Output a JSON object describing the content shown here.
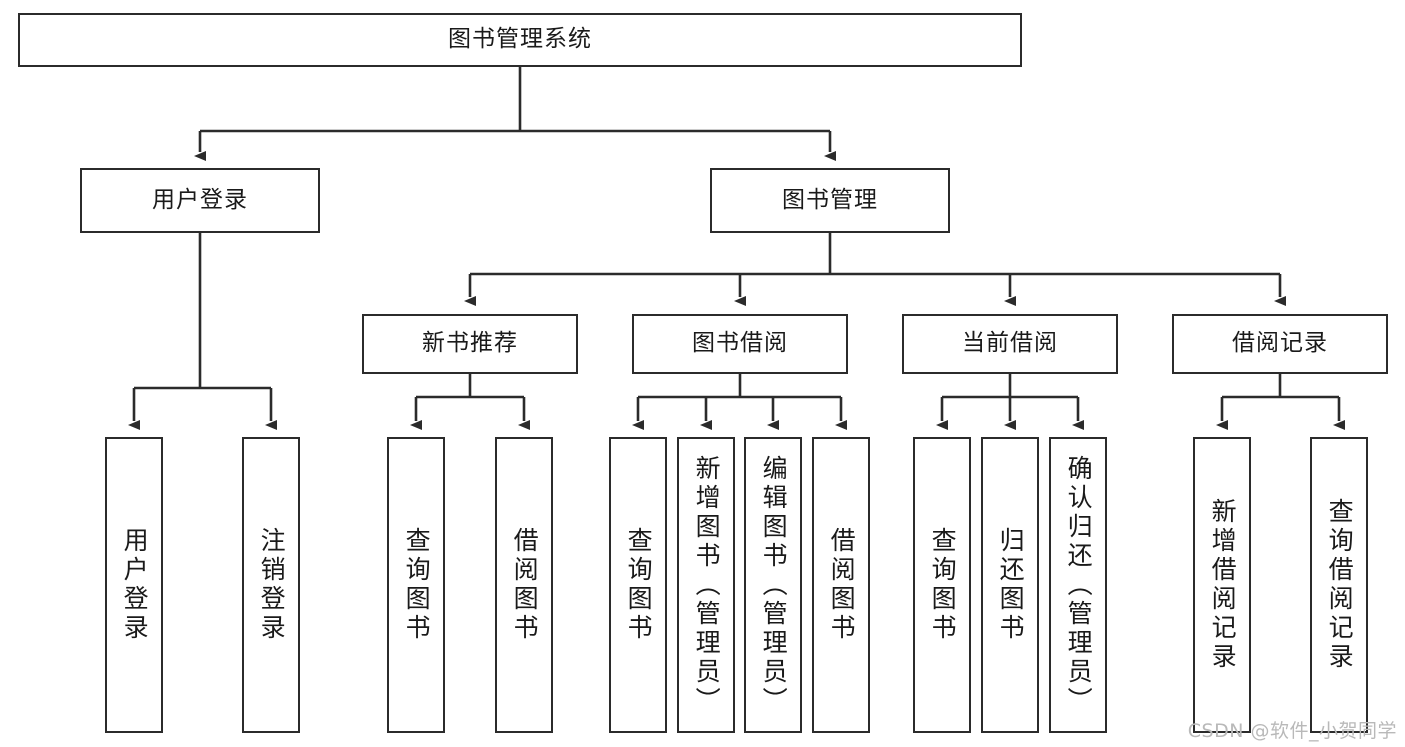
{
  "diagram": {
    "title": "图书管理系统",
    "type": "tree-hierarchy-flowchart",
    "colors": {
      "box_border": "#2b2b2b",
      "box_fill": "#ffffff",
      "edge": "#2b2b2b",
      "text": "#1a1a1a",
      "watermark": "#b9b9b9",
      "background": "#ffffff"
    },
    "root": {
      "label": "图书管理系统"
    },
    "level2": [
      {
        "id": "user-login",
        "label": "用户登录"
      },
      {
        "id": "book-management",
        "label": "图书管理"
      }
    ],
    "level3": [
      {
        "id": "new-book-recommend",
        "label": "新书推荐",
        "parent": "book-management"
      },
      {
        "id": "book-borrow",
        "label": "图书借阅",
        "parent": "book-management"
      },
      {
        "id": "current-borrow",
        "label": "当前借阅",
        "parent": "book-management"
      },
      {
        "id": "borrow-record",
        "label": "借阅记录",
        "parent": "book-management"
      }
    ],
    "leaves": {
      "user-login": [
        {
          "id": "leaf-user-login",
          "label": "用户登录"
        },
        {
          "id": "leaf-user-logout",
          "label": "注销登录"
        }
      ],
      "new-book-recommend": [
        {
          "id": "leaf-query-book-1",
          "label": "查询图书"
        },
        {
          "id": "leaf-borrow-book-1",
          "label": "借阅图书"
        }
      ],
      "book-borrow": [
        {
          "id": "leaf-query-book-2",
          "label": "查询图书"
        },
        {
          "id": "leaf-add-book",
          "label": "新增图书（管理员）"
        },
        {
          "id": "leaf-edit-book",
          "label": "编辑图书（管理员）"
        },
        {
          "id": "leaf-borrow-book-2",
          "label": "借阅图书"
        }
      ],
      "current-borrow": [
        {
          "id": "leaf-query-book-3",
          "label": "查询图书"
        },
        {
          "id": "leaf-return-book",
          "label": "归还图书"
        },
        {
          "id": "leaf-confirm-return",
          "label": "确认归还（管理员）"
        }
      ],
      "borrow-record": [
        {
          "id": "leaf-add-record",
          "label": "新增借阅记录"
        },
        {
          "id": "leaf-query-record",
          "label": "查询借阅记录"
        }
      ]
    }
  },
  "watermark": {
    "text": "CSDN @软件_小贺同学"
  }
}
